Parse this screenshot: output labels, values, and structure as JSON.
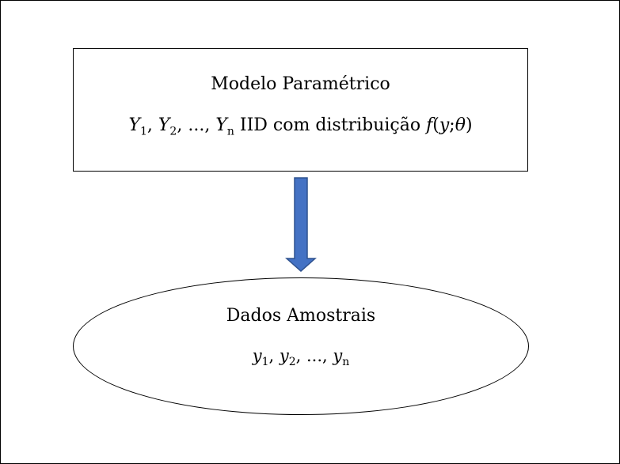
{
  "model": {
    "title": "Modelo Paramétrico",
    "var": "Y",
    "sub1": "1",
    "sub2": "2",
    "ellipsis": "...",
    "subn": "n",
    "iid_text": " IID com distribuição ",
    "f": "f",
    "y": "y",
    "theta": "θ"
  },
  "data": {
    "title": "Dados Amostrais",
    "var": "y",
    "sub1": "1",
    "sub2": "2",
    "ellipsis": "...",
    "subn": "n"
  },
  "colors": {
    "arrow_fill": "#4472c4",
    "arrow_stroke": "#2f528f"
  }
}
